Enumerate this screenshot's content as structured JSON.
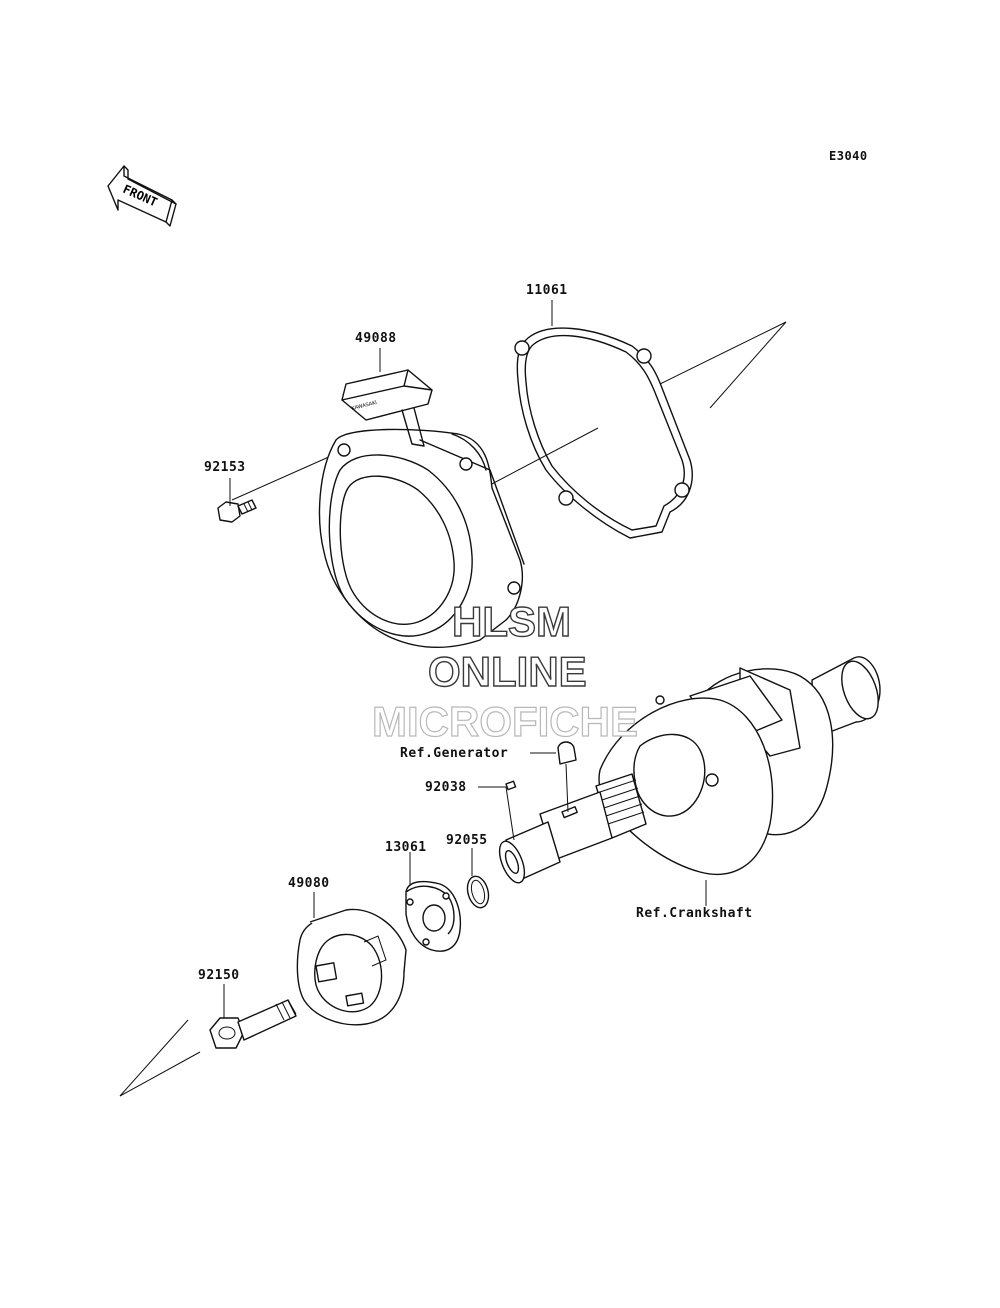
{
  "diagram_code": "E3040",
  "front_arrow_text": "FRONT",
  "parts": {
    "p11061": "11061",
    "p49088": "49088",
    "p92153": "92153",
    "p92038": "92038",
    "p92055": "92055",
    "p13061": "13061",
    "p49080": "49080",
    "p92150": "92150"
  },
  "refs": {
    "generator": "Ref.Generator",
    "crankshaft": "Ref.Crankshaft"
  },
  "watermark": {
    "line1": "HLSM",
    "line2": "ONLINE",
    "line3": "MICROFICHE"
  },
  "logo_text": "KAWASAKI"
}
